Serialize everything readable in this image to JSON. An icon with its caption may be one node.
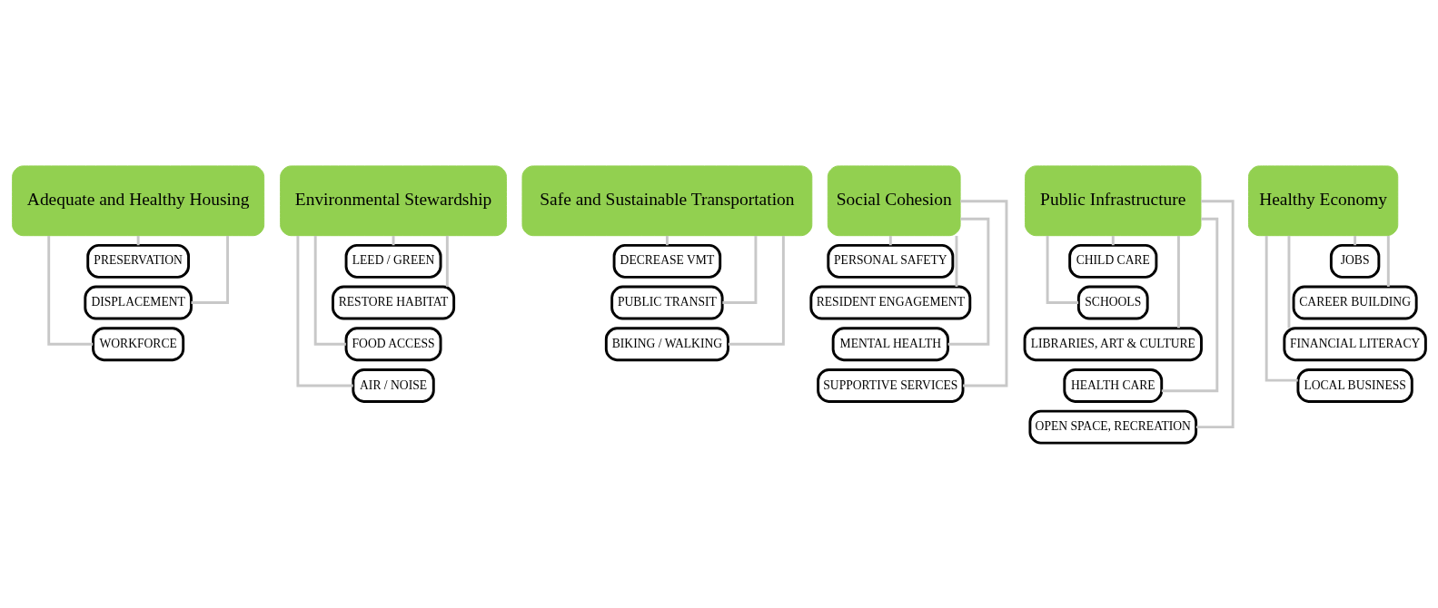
{
  "diagram": {
    "nodes": [
      {
        "text": [
          "Adequate and Healthy Housing"
        ]
      },
      {
        "text": [
          "PRESERVATION"
        ]
      },
      {
        "text": [
          "DISPLACEMENT"
        ]
      },
      {
        "text": [
          "WORKFORCE"
        ]
      },
      {
        "text": [
          "Environmental Stewardship"
        ]
      },
      {
        "text": [
          "LEED / GREEN"
        ]
      },
      {
        "text": [
          "RESTORE HABITAT"
        ]
      },
      {
        "text": [
          "FOOD ACCESS"
        ]
      },
      {
        "text": [
          "AIR / NOISE"
        ]
      },
      {
        "text": [
          "Safe and Sustainable Transportation"
        ]
      },
      {
        "text": [
          "DECREASE VMT"
        ]
      },
      {
        "text": [
          "PUBLIC TRANSIT"
        ]
      },
      {
        "text": [
          "BIKING / WALKING"
        ]
      },
      {
        "text": [
          "Social Cohesion"
        ]
      },
      {
        "text": [
          "PERSONAL SAFETY"
        ]
      },
      {
        "text": [
          "RESIDENT ENGAGEMENT"
        ]
      },
      {
        "text": [
          "MENTAL HEALTH"
        ]
      },
      {
        "text": [
          "SUPPORTIVE SERVICES"
        ]
      },
      {
        "text": [
          "Public Infrastructure"
        ]
      },
      {
        "text": [
          "CHILD CARE"
        ]
      },
      {
        "text": [
          "SCHOOLS"
        ]
      },
      {
        "text": [
          "LIBRARIES, ART & CULTURE"
        ]
      },
      {
        "text": [
          "HEALTH CARE"
        ]
      },
      {
        "text": [
          "OPEN SPACE, RECREATION"
        ]
      },
      {
        "text": [
          "Healthy Economy"
        ]
      },
      {
        "text": [
          "JOBS"
        ]
      },
      {
        "text": [
          "CAREER BUILDING"
        ]
      },
      {
        "text": [
          "FINANCIAL LITERACY"
        ]
      },
      {
        "text": [
          "LOCAL BUSINESS"
        ]
      }
    ],
    "edges": [
      {
        "from": 0,
        "to": 1,
        "arrow": "none"
      },
      {
        "from": 0,
        "to": 2,
        "arrow": "none"
      },
      {
        "from": 0,
        "to": 3,
        "arrow": "none"
      },
      {
        "from": 4,
        "to": 5,
        "arrow": "none"
      },
      {
        "from": 4,
        "to": 6,
        "arrow": "none"
      },
      {
        "from": 4,
        "to": 7,
        "arrow": "none"
      },
      {
        "from": 4,
        "to": 8,
        "arrow": "none"
      },
      {
        "from": 9,
        "to": 10,
        "arrow": "none"
      },
      {
        "from": 9,
        "to": 11,
        "arrow": "none"
      },
      {
        "from": 9,
        "to": 12,
        "arrow": "none"
      },
      {
        "from": 13,
        "to": 14,
        "arrow": "none"
      },
      {
        "from": 13,
        "to": 15,
        "arrow": "none"
      },
      {
        "from": 13,
        "to": 16,
        "arrow": "none"
      },
      {
        "from": 13,
        "to": 17,
        "arrow": "none"
      },
      {
        "from": 18,
        "to": 19,
        "arrow": "none"
      },
      {
        "from": 18,
        "to": 20,
        "arrow": "none"
      },
      {
        "from": 18,
        "to": 21,
        "arrow": "none"
      },
      {
        "from": 18,
        "to": 22,
        "arrow": "none"
      },
      {
        "from": 18,
        "to": 23,
        "arrow": "none"
      },
      {
        "from": 24,
        "to": 25,
        "arrow": "none"
      },
      {
        "from": 24,
        "to": 26,
        "arrow": "none"
      },
      {
        "from": 24,
        "to": 27,
        "arrow": "none"
      },
      {
        "from": 24,
        "to": 28,
        "arrow": "none"
      }
    ]
  }
}
